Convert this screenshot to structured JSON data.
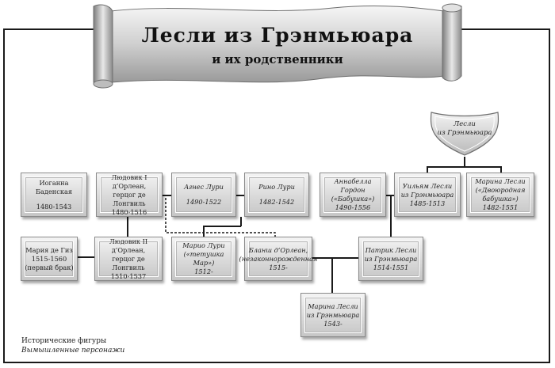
{
  "title": {
    "line1": "Лесли из Грэнмьюара",
    "line2": "и их родственники"
  },
  "shield": {
    "line1": "Лесли",
    "line2": "из Грэнмьюара"
  },
  "people": {
    "ioganna": {
      "line1": "Иоганна Баденская",
      "line2": "1480-1543"
    },
    "ludovik1": {
      "line1": "Людовик I д’Орлеан,",
      "line2": "герцог де Лонгвиль",
      "line3": "1480-1516"
    },
    "agnes": {
      "line1": "Агнес Лури",
      "line2": "1490-1522"
    },
    "rino": {
      "line1": "Рино Лури",
      "line2": "1482-1542"
    },
    "annabella": {
      "line1": "Аннабелла Гордон",
      "line2": "(«Бабушка»)",
      "line3": "1490-1556"
    },
    "william": {
      "line1": "Уильям Лесли",
      "line2": "из Грэнмьюара",
      "line3": "1485-1513"
    },
    "marina_aunt": {
      "line1": "Марина Лесли",
      "line2": "(«Двоюродная",
      "line3": "бабушка»)",
      "line4": "1482-1551"
    },
    "maria": {
      "line1": "Мария де Гиз",
      "line2": "1515-1560",
      "line3": "(первый брак)"
    },
    "ludovik2": {
      "line1": "Людовик II д’Орлеан,",
      "line2": "герцог де Лонгвиль",
      "line3": "1510-1537"
    },
    "mario": {
      "line1": "Марио Лури",
      "line2": "(«тетушка Мар»)",
      "line3": "1512-"
    },
    "blanche": {
      "line1": "Бланш д’Орлеан,",
      "line2": "(незаконнорожденная",
      "line3": "1515-"
    },
    "patrick": {
      "line1": "Патрик Лесли",
      "line2": "из Грэнмьюара",
      "line3": "1514-1551"
    },
    "marina": {
      "line1": "Марина Лесли",
      "line2": "из Грэнмьюара",
      "line3": "1543-"
    }
  },
  "legend": {
    "historical": "Исторические фигуры",
    "fictional": "Вымышленные персонажи"
  }
}
